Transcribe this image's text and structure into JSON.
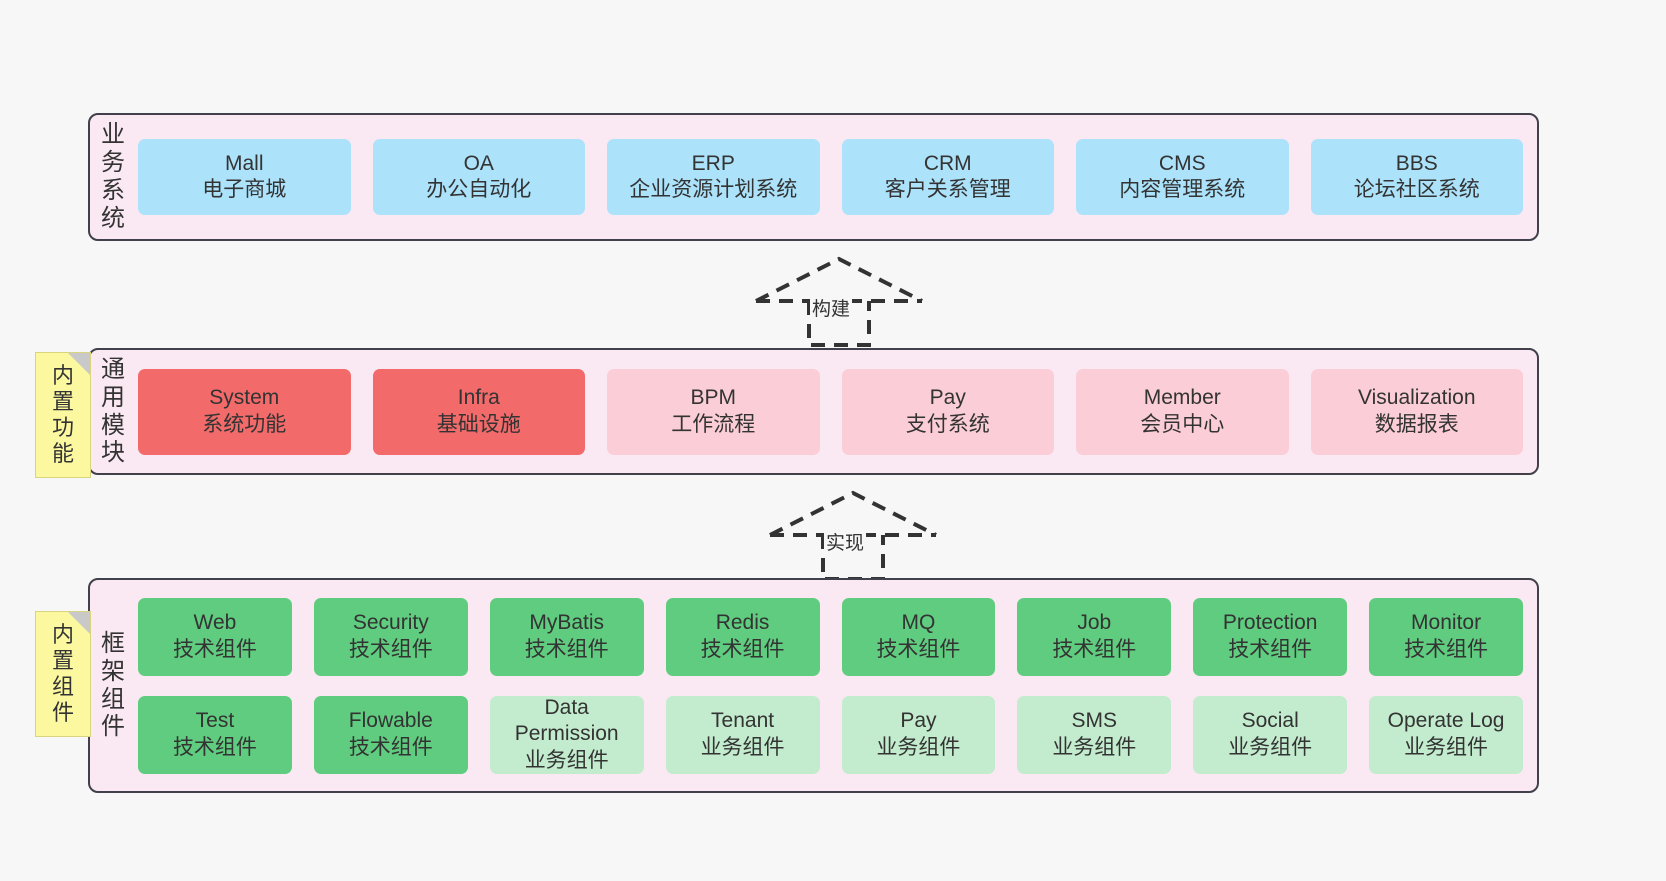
{
  "diagram": {
    "title": "",
    "colors": {
      "layer_bg": "#fae9f3",
      "layer_border": "#42404a",
      "business_box": "#ace3fb",
      "module_enabled": "#f26a6a",
      "module_disabled": "#fbcdd6",
      "tech_component": "#5fcc7f",
      "biz_component": "#c3ecce",
      "note_bg": "#fbf8a0",
      "canvas_bg": "#f7f7f7"
    }
  },
  "layers": {
    "business": {
      "label_chars": [
        "业",
        "务",
        "系",
        "统"
      ],
      "boxes": [
        {
          "name": "Mall",
          "desc": "电子商城"
        },
        {
          "name": "OA",
          "desc": "办公自动化"
        },
        {
          "name": "ERP",
          "desc": "企业资源计划系统"
        },
        {
          "name": "CRM",
          "desc": "客户关系管理"
        },
        {
          "name": "CMS",
          "desc": "内容管理系统"
        },
        {
          "name": "BBS",
          "desc": "论坛社区系统"
        }
      ]
    },
    "modules": {
      "label_chars": [
        "通",
        "用",
        "模",
        "块"
      ],
      "boxes": [
        {
          "name": "System",
          "desc": "系统功能",
          "state": "on"
        },
        {
          "name": "Infra",
          "desc": "基础设施",
          "state": "on"
        },
        {
          "name": "BPM",
          "desc": "工作流程",
          "state": "off"
        },
        {
          "name": "Pay",
          "desc": "支付系统",
          "state": "off"
        },
        {
          "name": "Member",
          "desc": "会员中心",
          "state": "off"
        },
        {
          "name": "Visualization",
          "desc": "数据报表",
          "state": "off"
        }
      ]
    },
    "framework": {
      "label_chars": [
        "框",
        "架",
        "组",
        "件"
      ],
      "row1": [
        {
          "name": "Web",
          "desc": "技术组件",
          "kind": "tech"
        },
        {
          "name": "Security",
          "desc": "技术组件",
          "kind": "tech"
        },
        {
          "name": "MyBatis",
          "desc": "技术组件",
          "kind": "tech"
        },
        {
          "name": "Redis",
          "desc": "技术组件",
          "kind": "tech"
        },
        {
          "name": "MQ",
          "desc": "技术组件",
          "kind": "tech"
        },
        {
          "name": "Job",
          "desc": "技术组件",
          "kind": "tech"
        },
        {
          "name": "Protection",
          "desc": "技术组件",
          "kind": "tech"
        },
        {
          "name": "Monitor",
          "desc": "技术组件",
          "kind": "tech"
        }
      ],
      "row2": [
        {
          "name": "Test",
          "desc": "技术组件",
          "kind": "tech"
        },
        {
          "name": "Flowable",
          "desc": "技术组件",
          "kind": "tech"
        },
        {
          "name": "Data Permission",
          "desc": "业务组件",
          "kind": "svc"
        },
        {
          "name": "Tenant",
          "desc": "业务组件",
          "kind": "svc"
        },
        {
          "name": "Pay",
          "desc": "业务组件",
          "kind": "svc"
        },
        {
          "name": "SMS",
          "desc": "业务组件",
          "kind": "svc"
        },
        {
          "name": "Social",
          "desc": "业务组件",
          "kind": "svc"
        },
        {
          "name": "Operate Log",
          "desc": "业务组件",
          "kind": "svc"
        }
      ]
    }
  },
  "notes": [
    {
      "id": "functions",
      "chars": [
        "内",
        "置",
        "功",
        "能"
      ]
    },
    {
      "id": "components",
      "chars": [
        "内",
        "置",
        "组",
        "件"
      ]
    }
  ],
  "connectors": [
    {
      "id": "build",
      "label": "构建"
    },
    {
      "id": "impl",
      "label": "实现"
    }
  ]
}
